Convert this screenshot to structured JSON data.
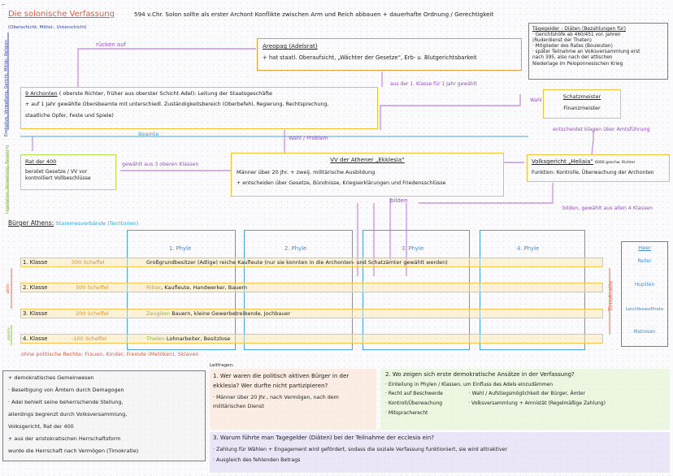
{
  "top": {
    "title": "Die solonische Verfassung",
    "intro": "594 v.Chr. Solon sollte als erster Archont Konflikte zwischen Arm und Reich abbauen + dauerhafte Ordnung / Gerechtigkeit",
    "subtitle": "(Oberschicht, Mittel-, Unterschicht)",
    "left_note_top": "Exekutive, Verwaltung, Gericht, Militär, Religion",
    "left_note_mid": "Legislative, Verwaltung, Beratung"
  },
  "taegesider": {
    "title": "Tägegeider - Diäten (Bezahlungen für)",
    "lines": [
      "· Gerichtshöfe ab 460/451 vor. Jahren",
      "(Ruderdienst der Theten)",
      "· Mitglieder des Rates (Bouleuten)",
      "· später Teilnahme an Volksversammlung erst",
      "nach 395, also nach der attischen",
      "Niederlage im Peloponnesischen Krieg"
    ]
  },
  "arrows": {
    "ruecken": "rücken auf",
    "wahl_roll": "Wahl / Problem",
    "beamte": "Beamte",
    "wahl_r": "Wahl",
    "klasse_1jahr": "aus der 1. Klasse für 1 Jahr gewählt",
    "gewaehlt_3": "gewählt aus 3 oberen Klassen",
    "entscheidet": "entscheidet klagen über Amtsführung",
    "bilden": "bilden",
    "bilden_r": "bilden, gewählt aus allen 4 Klassen"
  },
  "areopag": {
    "title": "Areopag (Adelsrat)",
    "text": "+ hat staatl. Oberaufsicht, „Wächter der Gesetze“, Erb- u. Blutgerichtsbarkeit"
  },
  "archonten": {
    "title": "9 Archonten",
    "line1": "( oberste Richter, früher aus oberster Schicht Adel): Leitung der Staatsgeschäfte",
    "line2": "+ auf 1 Jahr gewählte Obersbeamte mit unterschiedl. Zuständigkeitsbereich (Oberbefehl, Regierung, Rechtsprechung,",
    "line3": "staatliche Opfer, Feste und Spiele)"
  },
  "schatzmeister": {
    "line1": "Schatzmeister",
    "line2": "Finanzmeister"
  },
  "rat": {
    "title": "Rat der 400",
    "text": "beratet Gesetze / VV vor kontrolliert Vollbeschlüsse"
  },
  "ekklesia": {
    "title": "VV der Athener „Ekklesia“",
    "line1": "Männer über 20 Jhr. + zweij. militärische Ausbildung",
    "line2": "+ entscheiden über Gesetze, Bündnisse, Kriegserklärungen und Friedensschlüsse"
  },
  "heliaia": {
    "title": "Volksgericht „Heliaia“",
    "sup": "6000 geschw. Richter",
    "text": "Funktion: Kontrolle, Überwachung der Archonten"
  },
  "buerger": {
    "title": "Bürger Athens:",
    "sub": "Stammesverbände (Territorien)"
  },
  "phylen": [
    "1. Phyle",
    "2. Phyle",
    "3. Phyle",
    "4. Phyle"
  ],
  "klassen": [
    {
      "label": "1. Klasse",
      "amount": "500 Scheffel",
      "desc": "Großgrundbesitzer (Adlige) reiche Kaufleute (nur sie konnten in die Archonten- und Schatzämter gewählt werden)"
    },
    {
      "label": "2. Klasse",
      "amount": "300 Scheffel",
      "desc_c": "Ritter",
      "desc": ", Kaufleute, Handwerker, Bauern"
    },
    {
      "label": "3. Klasse",
      "amount": "200 Scheffel",
      "desc_c": "Zeugiten",
      "desc": "Bauern, kleine Gewerbetreibende, Jochbauer"
    },
    {
      "label": "4. Klasse",
      "amount": "-100 Scheffel",
      "desc_c": "Theten",
      "desc": "Lohnarbeiter, Besitzlose"
    }
  ],
  "side": {
    "aktiv": "aktiv",
    "passiv": "passiv",
    "timokratie": "Timokratie"
  },
  "rights": "ohne politische Rechte: Frauen, Kinder, Fremde (Metöken), Sklaven",
  "heer": {
    "title": "Heer",
    "items": [
      "Reiter",
      "Hopliten",
      "Leichtbewaffnete",
      "Matrosen"
    ]
  },
  "bottom_left": {
    "lines": [
      "+ demokratisches Gemeinwesen",
      "· Beseitigung von Ämtern durch Demagogen",
      "· Adel behielt seine beherrschende Stellung,",
      "allerdings begrenzt durch Volksversammlung,",
      "Volksgericht, Rat der 400",
      "+ aus der aristokratischen Herrschaftsform",
      "wurde die Herrschaft nach Vermögen (Timokratie)"
    ]
  },
  "leitfragen": "Leitfragen:",
  "q1": {
    "q": "1. Wer waren die politisch aktiven Bürger in der ekklesia? Wer durfte nicht partizipieren?",
    "a": "· Männer über 20 Jhr., nach Vermögen, nach dem militärischen Dienst"
  },
  "q2": {
    "q": "2. Wo zeigen sich erste demokratische Ansätze in der Verfassung?",
    "a": [
      "· Einteilung in Phylen / Klassen, um Einfluss des Adels einzudämmen",
      "· Recht auf Beschwerde",
      "· Wahl / Aufstiegsmöglichkeit der Bürger, Ämter",
      "· Kontroll/Überwachung",
      "· Volksversammlung + Amnistät (Regelmäßige Zahlung)",
      "· Mitspracherecht"
    ]
  },
  "q3": {
    "q": "3. Warum führte man Tagegelder (Diäten) bei der Teilnahme der ecclesia ein?",
    "a": [
      "· Zahlung für Wählen + Engagement wird gefördert, sodass die soziale Verfassung funktioniert, sie wird attraktiver",
      "· Ausgleich des fehlenden Betrags"
    ]
  }
}
